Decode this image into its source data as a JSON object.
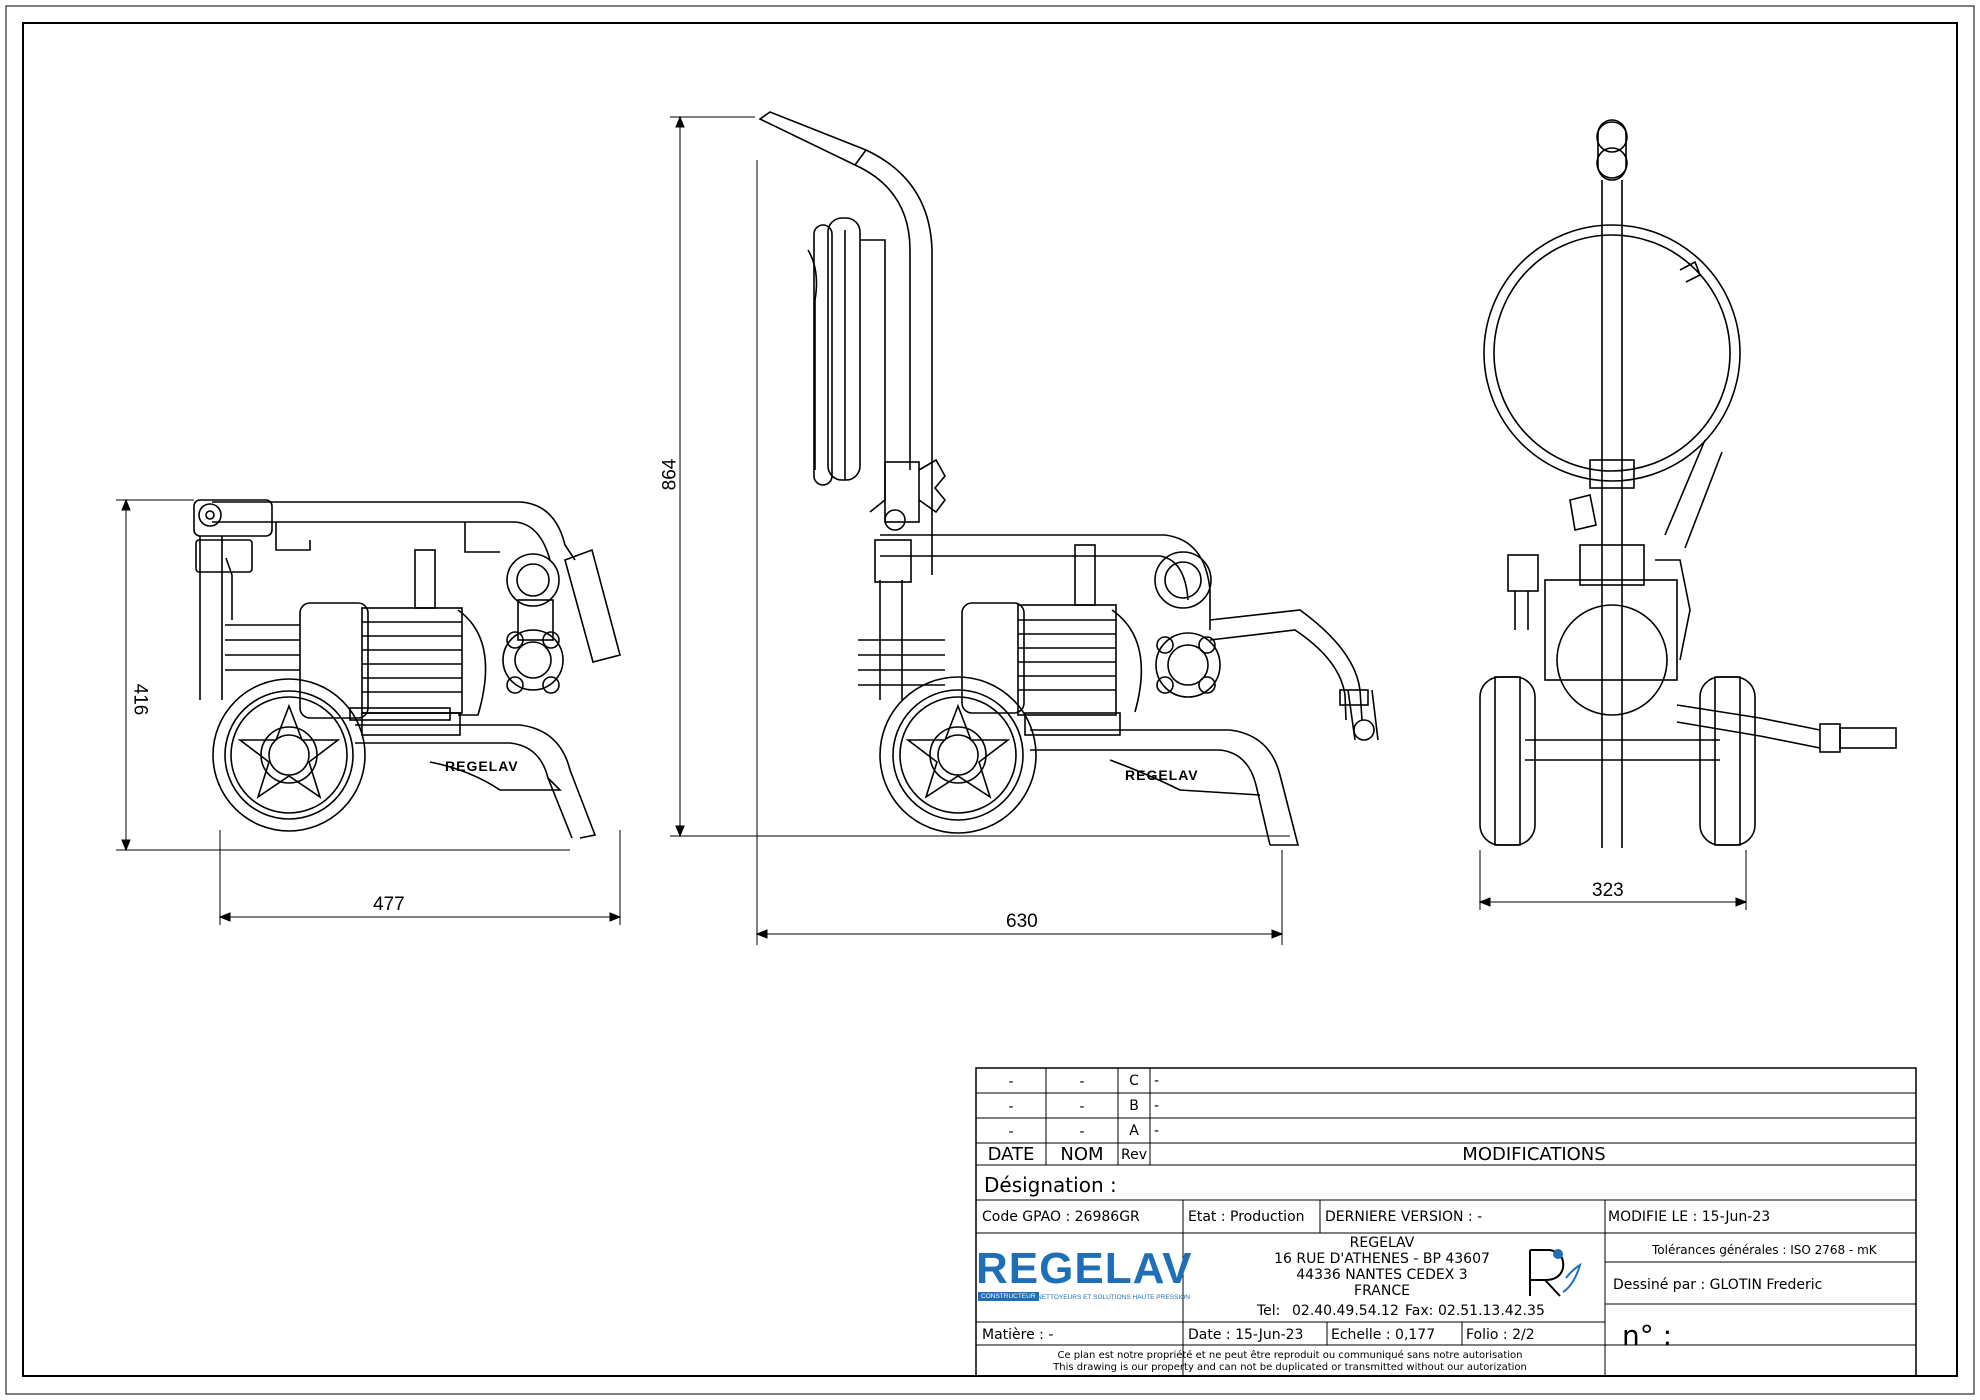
{
  "dimensions": {
    "view1_width": "477",
    "view1_height": "416",
    "view2_width": "630",
    "view2_height": "864",
    "view3_width": "323"
  },
  "brand_marks": {
    "frame_label_1": "REGELAV",
    "frame_label_2": "REGELAV"
  },
  "revisions": {
    "rows": [
      {
        "date": "-",
        "nom": "-",
        "rev": "C",
        "mod": "-"
      },
      {
        "date": "-",
        "nom": "-",
        "rev": "B",
        "mod": "-"
      },
      {
        "date": "-",
        "nom": "-",
        "rev": "A",
        "mod": "-"
      }
    ],
    "header_date": "DATE",
    "header_nom": "NOM",
    "header_rev": "Rev",
    "header_mod": "MODIFICATIONS"
  },
  "title_block": {
    "designation": "Désignation :",
    "code_gpao": "Code GPAO : 26986GR",
    "etat": "Etat : Production",
    "derniere_version": "DERNIERE VERSION : -",
    "modifie_le": "MODIFIE LE : 15-Jun-23",
    "company_name": "REGELAV",
    "address_1": "16 RUE D'ATHENES - BP 43607",
    "address_2": "44336 NANTES CEDEX 3",
    "country": "FRANCE",
    "tel_label": "Tel:",
    "tel": "02.40.49.54.12",
    "fax_label": "Fax:",
    "fax": "02.51.13.42.35",
    "tolerances": "Tolérances générales : ISO 2768 - mK",
    "dessine_par": "Dessiné par : GLOTIN Frederic",
    "matiere": "Matière : -",
    "date": "Date : 15-Jun-23",
    "echelle": "Echelle : 0,177",
    "folio": "Folio : 2/2",
    "numero": "n° :",
    "notice_fr": "Ce plan est notre propriété et ne peut être reproduit ou communiqué sans notre autorisation",
    "notice_en": "This drawing is our property and can not be duplicated or transmitted without our autorization"
  },
  "logo": {
    "word": "REGELAV",
    "tag": "CONSTRUCTEUR",
    "tagline": "NETTOYEURS ET SOLUTIONS HAUTE PRESSION",
    "mark_letter": "R",
    "color": "#1f6fb6"
  }
}
